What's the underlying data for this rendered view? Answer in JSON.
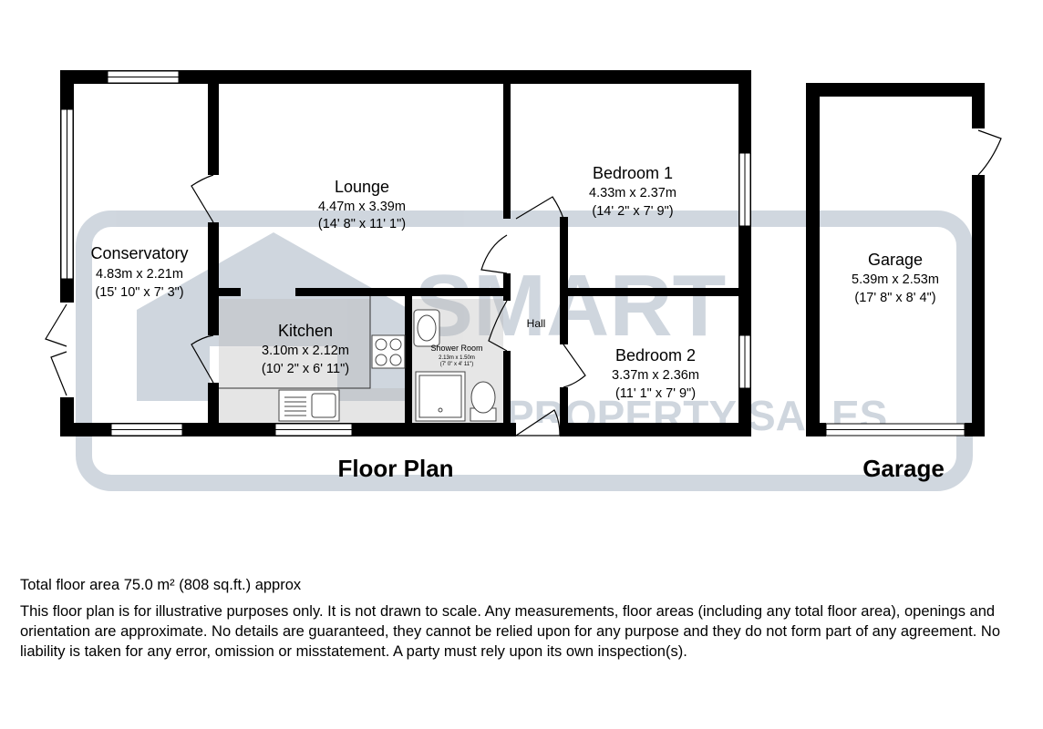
{
  "watermark": {
    "main": "SMART",
    "sub": "PROPERTY SALES",
    "color": "#2b4a6e"
  },
  "rooms": {
    "conservatory": {
      "name": "Conservatory",
      "metric": "4.83m x 2.21m",
      "imperial": "(15' 10\" x 7' 3\")"
    },
    "lounge": {
      "name": "Lounge",
      "metric": "4.47m x 3.39m",
      "imperial": "(14' 8\" x 11' 1\")"
    },
    "bedroom1": {
      "name": "Bedroom 1",
      "metric": "4.33m x 2.37m",
      "imperial": "(14' 2\" x 7' 9\")"
    },
    "kitchen": {
      "name": "Kitchen",
      "metric": "3.10m x 2.12m",
      "imperial": "(10' 2\" x 6' 11\")"
    },
    "shower": {
      "name": "Shower Room",
      "metric": "2.13m x 1.50m",
      "imperial": "(7' 0\" x 4' 11\")"
    },
    "hall": {
      "name": "Hall"
    },
    "bedroom2": {
      "name": "Bedroom 2",
      "metric": "3.37m x 2.36m",
      "imperial": "(11' 1\" x 7' 9\")"
    },
    "garage": {
      "name": "Garage",
      "metric": "5.39m x 2.53m",
      "imperial": "(17' 8\" x 8' 4\")"
    }
  },
  "labels": {
    "floor_plan": "Floor Plan",
    "garage": "Garage"
  },
  "footer": {
    "total_area": "Total floor area 75.0 m² (808 sq.ft.) approx",
    "disclaimer": "This floor plan is for illustrative purposes only. It is not drawn to scale. Any measurements, floor areas (including any total floor area), openings and orientation are approximate. No details are guaranteed, they cannot be relied upon for any purpose and they do not form part of any agreement. No liability is taken for any error, omission or misstatement. A party must rely upon its own inspection(s)."
  }
}
